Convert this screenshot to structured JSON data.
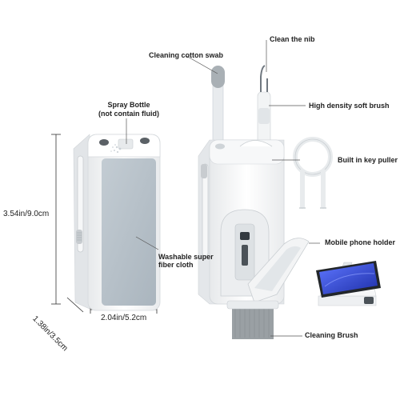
{
  "labels": {
    "spray_bottle": "Spray Bottle",
    "spray_bottle_note": "(not contain fluid)",
    "cleaning_swab": "Cleaning cotton swab",
    "clean_nib": "Clean the nib",
    "soft_brush": "High density soft brush",
    "key_puller": "Built in key puller",
    "washable_cloth_1": "Washable super",
    "washable_cloth_2": "fiber cloth",
    "phone_holder": "Mobile phone holder",
    "cleaning_brush": "Cleaning Brush"
  },
  "dimensions": {
    "height": "3.54in/9.0cm",
    "width": "2.04in/5.2cm",
    "depth": "1.38in/3.5cm"
  },
  "colors": {
    "body": "#f4f5f6",
    "cloth": "#b9c3cb",
    "shadow": "#d9dde0",
    "bristle": "#9aa0a4",
    "phone_screen": "#3b4fd8"
  }
}
